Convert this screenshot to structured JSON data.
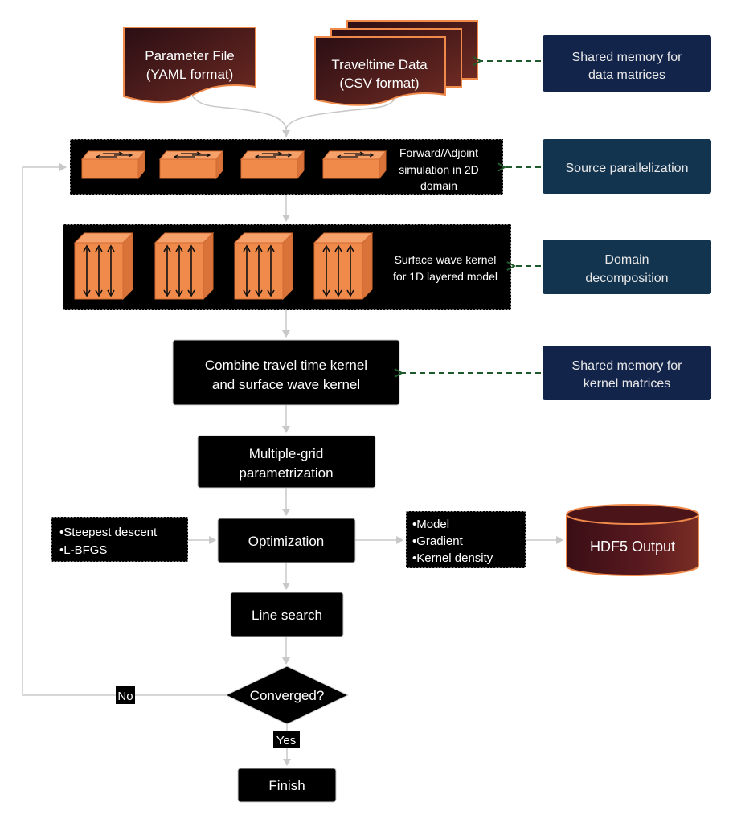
{
  "inputs": {
    "parameter_file": [
      "Parameter File",
      "(YAML format)"
    ],
    "traveltime_data": [
      "Traveltime Data",
      "(CSV format)"
    ]
  },
  "side_notes": {
    "shared_memory_data": [
      "Shared memory for",
      "data matrices"
    ],
    "source_parallelization": [
      "Source parallelization"
    ],
    "domain_decomposition": [
      "Domain",
      "decomposition"
    ],
    "shared_memory_kernel": [
      "Shared memory for",
      "kernel matrices"
    ]
  },
  "stages": {
    "forward_adjoint": [
      "Forward/Adjoint",
      "simulation in 2D",
      "domain"
    ],
    "surface_wave_kernel": [
      "Surface wave kernel",
      "for 1D layered model"
    ],
    "combine": [
      "Combine travel time kernel",
      "and surface wave kernel"
    ],
    "multigrid": [
      "Multiple-grid",
      "parametrization"
    ],
    "optimization": [
      "Optimization"
    ],
    "line_search": [
      "Line search"
    ],
    "converged": [
      "Converged?"
    ],
    "finish": [
      "Finish"
    ]
  },
  "methods": [
    "•Steepest descent",
    "•L-BFGS"
  ],
  "outputs_list": [
    "•Model",
    "•Gradient",
    "•Kernel density"
  ],
  "hdf5_output": [
    "HDF5 Output"
  ],
  "edge_labels": {
    "no": "No",
    "yes": "Yes"
  },
  "colors": {
    "dark_box": "#000000",
    "navy_note": "#13244a",
    "teal_note": "#13344f",
    "orange": "#f08a4b",
    "maroon": "#5a1a1f",
    "arrow_gray": "#c8c8c8",
    "dashed_green": "#1f5a2c"
  }
}
